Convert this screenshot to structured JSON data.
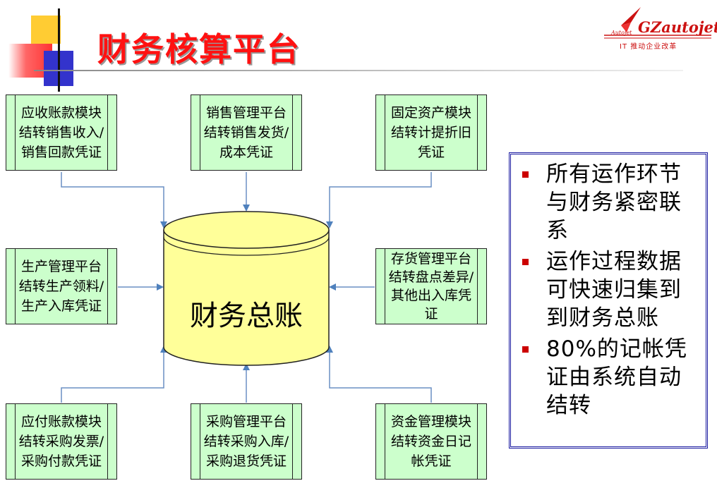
{
  "slide": {
    "title": "财务核算平台",
    "logo": {
      "name": "GZautojet",
      "small": "Autojet",
      "tagline": "IT 推动企业改革"
    }
  },
  "diagram": {
    "center": "财务总账",
    "modules": [
      {
        "id": "ar",
        "lines": [
          "应收账款模块",
          "结转销售收入/",
          "销售回款凭证"
        ]
      },
      {
        "id": "sales",
        "lines": [
          "销售管理平台",
          "结转销售发货/",
          "成本凭证"
        ]
      },
      {
        "id": "fixed",
        "lines": [
          "固定资产模块",
          "结转计提折旧",
          "凭证"
        ]
      },
      {
        "id": "production",
        "lines": [
          "生产管理平台",
          "结转生产领料/",
          "生产入库凭证"
        ]
      },
      {
        "id": "inventory",
        "lines": [
          "存货管理平台",
          "结转盘点差异/",
          "其他出入库凭",
          "证"
        ]
      },
      {
        "id": "ap",
        "lines": [
          "应付账款模块",
          "结转采购发票/",
          "采购付款凭证"
        ]
      },
      {
        "id": "purchase",
        "lines": [
          "采购管理平台",
          "结转采购入库/",
          "采购退货凭证"
        ]
      },
      {
        "id": "funds",
        "lines": [
          "资金管理模块",
          "结转资金日记",
          "帐凭证"
        ]
      }
    ]
  },
  "notes": [
    "所有运作环节与财务紧密联系",
    "运作过程数据可快速归集到到财务总账",
    "80%的记帐凭证由系统自动结转"
  ],
  "colors": {
    "title": "#ff1111",
    "box_fill": "#ccffcc",
    "db_fill": "#ffff99",
    "arrow": "#4f81bd",
    "note_border": "#1a1aa0",
    "bullet": "#cc0000"
  }
}
